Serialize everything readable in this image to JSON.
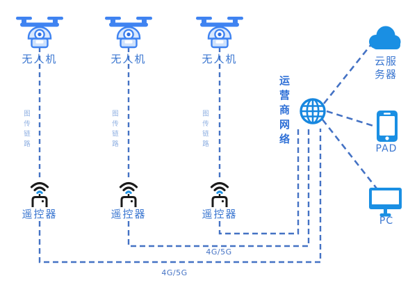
{
  "diagram": {
    "drones": [
      {
        "label": "无人机"
      },
      {
        "label": "无人机"
      },
      {
        "label": "无人机"
      }
    ],
    "controllers": [
      {
        "label": "遥控器"
      },
      {
        "label": "遥控器"
      },
      {
        "label": "遥控器"
      }
    ],
    "video_links": [
      {
        "label": "图传链路"
      },
      {
        "label": "图传链路"
      },
      {
        "label": "图传链路"
      }
    ],
    "cellular_labels": [
      {
        "label": "4G/5G"
      },
      {
        "label": "4G/5G"
      }
    ],
    "network": {
      "label": "运营商网络"
    },
    "cloud": {
      "label": "云服务器"
    },
    "pad": {
      "label": "PAD"
    },
    "pc": {
      "label": "PC"
    },
    "icons": {
      "drone": "quadcopter-drone-icon",
      "controller": "wifi-remote-controller-icon",
      "network": "globe-grid-icon",
      "cloud": "cloud-solid-icon",
      "pad": "tablet-solid-icon",
      "pc": "monitor-solid-icon"
    },
    "colors": {
      "dashed_line": "#4472C4",
      "device_icon_blue": "#1A8FE3",
      "drone_icon_blue": "#3F83F1",
      "label_blue": "#3A76D0",
      "network_label_blue": "#2E6FD6",
      "faint_label_blue": "#8FB0E2",
      "controller_black": "#1A1A1A"
    }
  }
}
